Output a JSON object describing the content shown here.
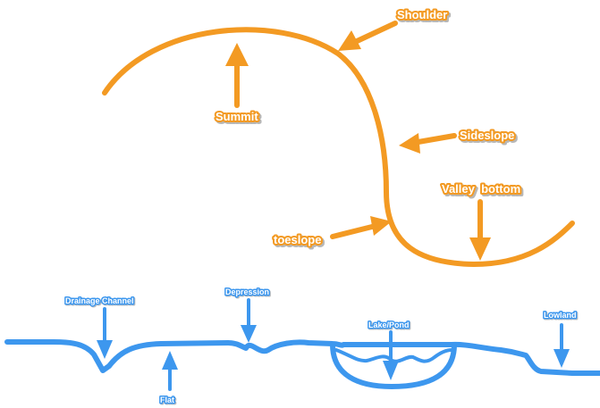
{
  "colors": {
    "hillslope": "#f39a23",
    "lowland": "#3d97ee",
    "background": "#ffffff"
  },
  "hillslope_labels": {
    "shoulder": "Shoulder",
    "summit": "Summit",
    "sideslope": "Sideslope",
    "valley_bottom": "Valley  bottom",
    "toeslope": "toeslope"
  },
  "lowland_labels": {
    "drainage_channel": "Drainage Channel",
    "depression": "Depression",
    "lake_pond": "Lake/Pond",
    "lowland": "Lowland",
    "flat": "Flat"
  }
}
